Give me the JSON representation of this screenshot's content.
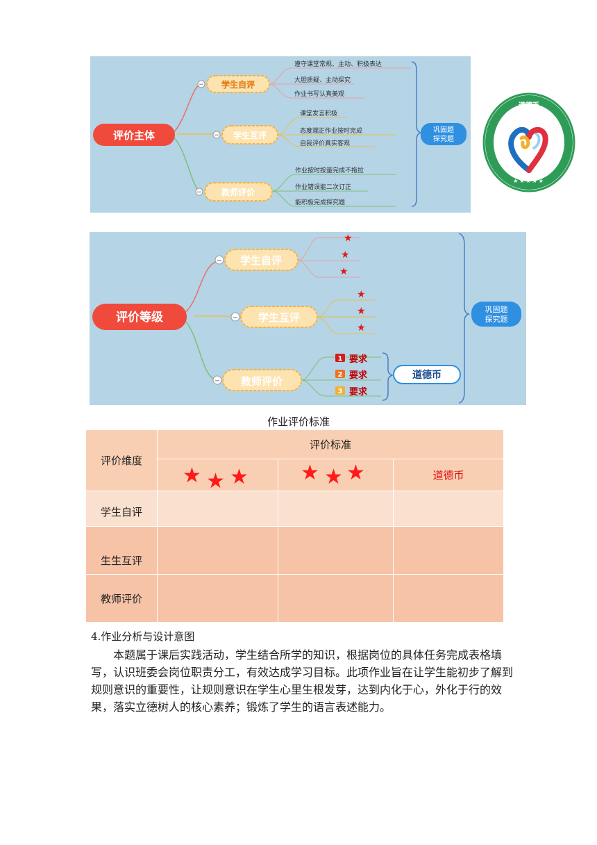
{
  "mindmap1": {
    "root": "评价主体",
    "branches": [
      {
        "label": "学生自评",
        "items": [
          "遵守课堂常规、主动、积极表达",
          "大胆质疑、主动探究",
          "作业书写认真美观"
        ]
      },
      {
        "label": "学生互评",
        "items": [
          "课堂发言积极",
          "态度端正作业按时完成",
          "自我评价真实客观"
        ]
      },
      {
        "label": "教师评价",
        "items": [
          "作业按时按量完成不拖拉",
          "作业错误能二次订正",
          "能积极完成探究题"
        ]
      }
    ],
    "tag_line1": "巩固题",
    "tag_line2": "探究题",
    "toggle": "−"
  },
  "logo": {
    "text": "道德币",
    "stars": "★★★★★"
  },
  "mindmap2": {
    "root": "评价等级",
    "branches": [
      {
        "label": "学生自评"
      },
      {
        "label": "学生互评"
      },
      {
        "label": "教师评价"
      }
    ],
    "star": "★",
    "requirements": [
      {
        "num": "1",
        "text": "要求"
      },
      {
        "num": "2",
        "text": "要求"
      },
      {
        "num": "3",
        "text": "要求"
      }
    ],
    "coin_label": "道德币",
    "tag_line1": "巩固题",
    "tag_line2": "探究题",
    "toggle": "−"
  },
  "table": {
    "caption": "作业评价标准",
    "dimension_header": "评价维度",
    "standard_header": "评价标准",
    "star": "★",
    "coin_header": "道德币",
    "rows": [
      "学生自评",
      "生生互评",
      "教师评价"
    ]
  },
  "section": {
    "heading": "4.作业分析与设计意图",
    "paragraph": "本题属于课后实践活动，学生结合所学的知识，根据岗位的具体任务完成表格填写，认识班委会岗位职责分工，有效达成学习目标。此项作业旨在让学生能初步了解到规则意识的重要性，让规则意识在学生心里生根发芽，达到内化于心，外化于行的效果，落实立德树人的核心素养；锻炼了学生的语言表述能力。"
  },
  "colors": {
    "map_bg": "#b5d4e6",
    "root_red": "#f04a3c",
    "node_orange": "#fbb23c",
    "node_fill": "#fde3b0",
    "tag_blue": "#2f8fe0",
    "logo_green": "#2e9c57",
    "star_red": "#ff1a1a"
  }
}
